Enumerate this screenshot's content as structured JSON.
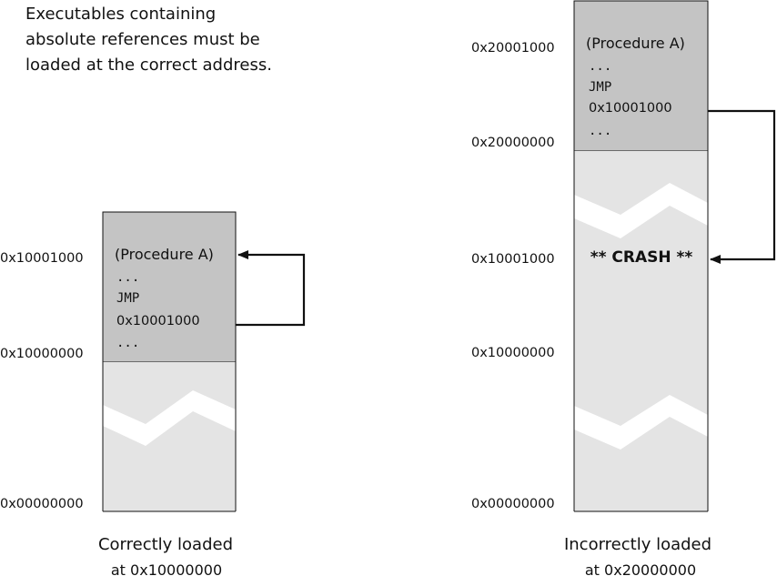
{
  "heading": [
    "Executables containing",
    "absolute references must be",
    "loaded at the correct address."
  ],
  "left": {
    "addresses": {
      "proc": "0x10001000",
      "base": "0x10000000",
      "zero": "0x00000000"
    },
    "code": {
      "proc_label": "(Procedure A)",
      "dots1": "...",
      "jmp": "JMP",
      "target": "0x10001000",
      "dots2": "..."
    },
    "caption": [
      "Correctly loaded",
      "at 0x10000000"
    ]
  },
  "right": {
    "addresses": {
      "proc": "0x20001000",
      "base": "0x20000000",
      "crash": "0x10001000",
      "old_base": "0x10000000",
      "zero": "0x00000000"
    },
    "code": {
      "proc_label": "(Procedure A)",
      "dots1": "...",
      "jmp": "JMP",
      "target": "0x10001000",
      "dots2": "..."
    },
    "crash_label": "** CRASH **",
    "caption": [
      "Incorrectly loaded",
      "at 0x20000000"
    ]
  },
  "colors": {
    "code_block": "#c4c4c4",
    "memory": "#e4e4e4",
    "outline": "#111111",
    "arrow": "#111111"
  }
}
